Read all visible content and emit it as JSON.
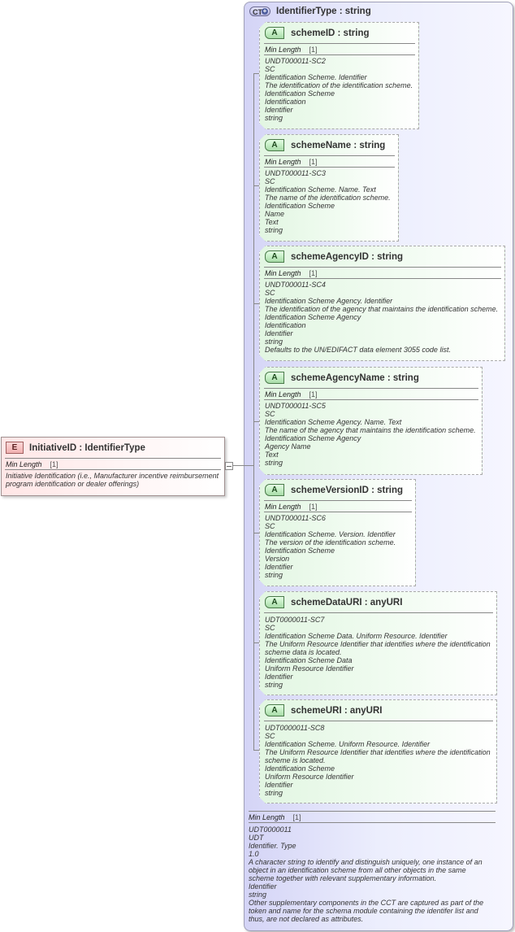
{
  "element": {
    "badge": "E",
    "title": "InitiativeID : IdentifierType",
    "facet_label": "Min Length",
    "facet_value": "[1]",
    "documentation": "Initiative Identification (i.e., Manufacturer incentive reimbursement\nprogram identification or dealer offerings)"
  },
  "complex_type": {
    "badge": "CT",
    "title": "IdentifierType : string",
    "facet_label": "Min Length",
    "facet_value": "[1]",
    "documentation": "UDT0000011\nUDT\nIdentifier. Type\n1.0\nA character string to identify and distinguish uniquely, one instance of an\nobject in an identification scheme from all other objects in the same\nscheme together with relevant supplementary information.\nIdentifier\nstring\nOther supplementary components in the CCT are captured as part of the\ntoken and name for the schema module containing the identifer list and\nthus, are not declared as attributes."
  },
  "attributes": [
    {
      "badge": "A",
      "title": "schemeID : string",
      "facet_label": "Min Length",
      "facet_value": "[1]",
      "documentation": "UNDT000011-SC2\nSC\nIdentification Scheme. Identifier\nThe identification of the identification scheme.\nIdentification Scheme\nIdentification\nIdentifier\nstring"
    },
    {
      "badge": "A",
      "title": "schemeName : string",
      "facet_label": "Min Length",
      "facet_value": "[1]",
      "documentation": "UNDT000011-SC3\nSC\nIdentification Scheme. Name. Text\nThe name of the identification scheme.\nIdentification Scheme\nName\nText\nstring"
    },
    {
      "badge": "A",
      "title": "schemeAgencyID : string",
      "facet_label": "Min Length",
      "facet_value": "[1]",
      "documentation": "UNDT000011-SC4\nSC\nIdentification Scheme Agency. Identifier\nThe identification of the agency that maintains the identification scheme.\nIdentification Scheme Agency\nIdentification\nIdentifier\nstring\nDefaults to the UN/EDIFACT data element 3055 code list."
    },
    {
      "badge": "A",
      "title": "schemeAgencyName : string",
      "facet_label": "Min Length",
      "facet_value": "[1]",
      "documentation": "UNDT000011-SC5\nSC\nIdentification Scheme Agency. Name. Text\nThe name of the agency that maintains the identification scheme.\nIdentification Scheme Agency\nAgency Name\nText\nstring"
    },
    {
      "badge": "A",
      "title": "schemeVersionID : string",
      "facet_label": "Min Length",
      "facet_value": "[1]",
      "documentation": "UNDT000011-SC6\nSC\nIdentification Scheme. Version. Identifier\nThe version of the identification scheme.\nIdentification Scheme\nVersion\nIdentifier\nstring"
    },
    {
      "badge": "A",
      "title": "schemeDataURI : anyURI",
      "documentation": "UDT0000011-SC7\nSC\nIdentification Scheme Data. Uniform Resource. Identifier\nThe Uniform Resource Identifier that identifies where the identification\nscheme data is located.\nIdentification Scheme Data\nUniform Resource Identifier\nIdentifier\nstring"
    },
    {
      "badge": "A",
      "title": "schemeURI : anyURI",
      "documentation": "UDT0000011-SC8\nSC\nIdentification Scheme. Uniform Resource. Identifier\nThe Uniform Resource Identifier that identifies where the identification\nscheme is located.\nIdentification Scheme\nUniform Resource Identifier\nIdentifier\nstring"
    }
  ]
}
